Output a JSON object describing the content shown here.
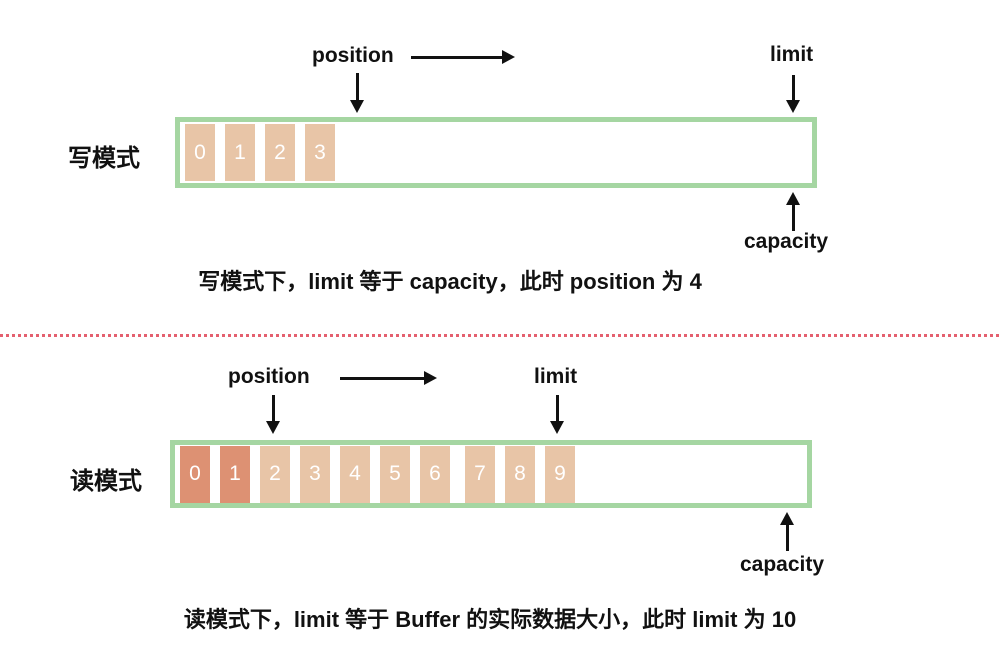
{
  "write_mode": {
    "mode_label": "写模式",
    "position_label": "position",
    "limit_label": "limit",
    "capacity_label": "capacity",
    "cells": [
      {
        "value": "0",
        "state": "filled"
      },
      {
        "value": "1",
        "state": "filled"
      },
      {
        "value": "2",
        "state": "filled"
      },
      {
        "value": "3",
        "state": "filled"
      }
    ],
    "caption": "写模式下，limit 等于 capacity，此时 position 为 4"
  },
  "read_mode": {
    "mode_label": "读模式",
    "position_label": "position",
    "limit_label": "limit",
    "capacity_label": "capacity",
    "cells": [
      {
        "value": "0",
        "state": "read"
      },
      {
        "value": "1",
        "state": "read"
      },
      {
        "value": "2",
        "state": "unread"
      },
      {
        "value": "3",
        "state": "unread"
      },
      {
        "value": "4",
        "state": "unread"
      },
      {
        "value": "5",
        "state": "unread"
      },
      {
        "value": "6",
        "state": "unread"
      },
      {
        "value": "7",
        "state": "unread"
      },
      {
        "value": "8",
        "state": "unread"
      },
      {
        "value": "9",
        "state": "unread"
      }
    ],
    "caption": "读模式下，limit 等于 Buffer 的实际数据大小，此时 limit 为 10"
  },
  "colors": {
    "buffer_border_green": "#a5d6a2",
    "cell_unread_tan": "#e8c5a7",
    "cell_read_salmon": "#dd9173",
    "cell_number_white": "#ffffff",
    "divider_pink": "#e4606f",
    "arrow_black": "#111111"
  }
}
